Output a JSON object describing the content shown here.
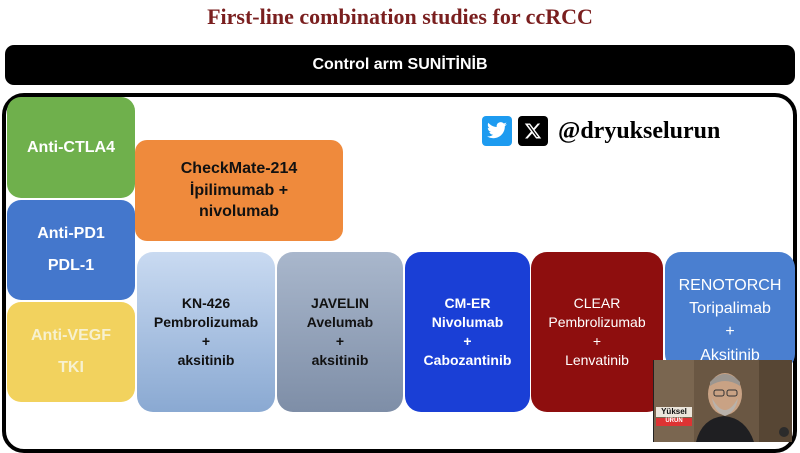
{
  "slide": {
    "title": "First-line combination studies for ccRCC",
    "control_arm": "Control arm SUNİTİNİB"
  },
  "drug_classes": {
    "ctla4": "Anti-CTLA4",
    "pd1_line1": "Anti-PD1",
    "pd1_line2": "PDL-1",
    "vegf_line1": "Anti-VEGF",
    "vegf_line2": "TKI"
  },
  "checkmate": {
    "line1": "CheckMate-214",
    "line2": "İpilimumab +",
    "line3": "nivolumab"
  },
  "studies": {
    "kn426": {
      "line1": "KN-426",
      "line2": "Pembrolizumab",
      "line3": "+",
      "line4": "aksitinib"
    },
    "javelin": {
      "line1": "JAVELIN",
      "line2": "Avelumab",
      "line3": "+",
      "line4": "aksitinib"
    },
    "cmer": {
      "line1": "CM-ER",
      "line2": "Nivolumab",
      "line3": "+",
      "line4": "Cabozantinib"
    },
    "clear": {
      "line1": "CLEAR",
      "line2": "Pembrolizumab",
      "line3": "+",
      "line4": "Lenvatinib"
    },
    "renotorch": {
      "line1": "RENOTORCH",
      "line2": "Toripalimab",
      "line3": "+",
      "line4": "Aksitinib"
    }
  },
  "social": {
    "handle": "@dryukselurun",
    "icons": [
      "twitter-bird-icon",
      "x-logo-icon"
    ]
  },
  "webcam": {
    "name_line1": "Yüksel",
    "name_line2": "ÜRÜN"
  },
  "colors": {
    "title": "#7a1f1f",
    "ctla4": "#6fb04c",
    "pd1": "#4477cc",
    "vegf": "#f2d25e",
    "checkmate": "#ef8a3c",
    "cmer": "#1a3fd6",
    "clear": "#8e0e0e",
    "renotorch": "#4a7fd0"
  }
}
